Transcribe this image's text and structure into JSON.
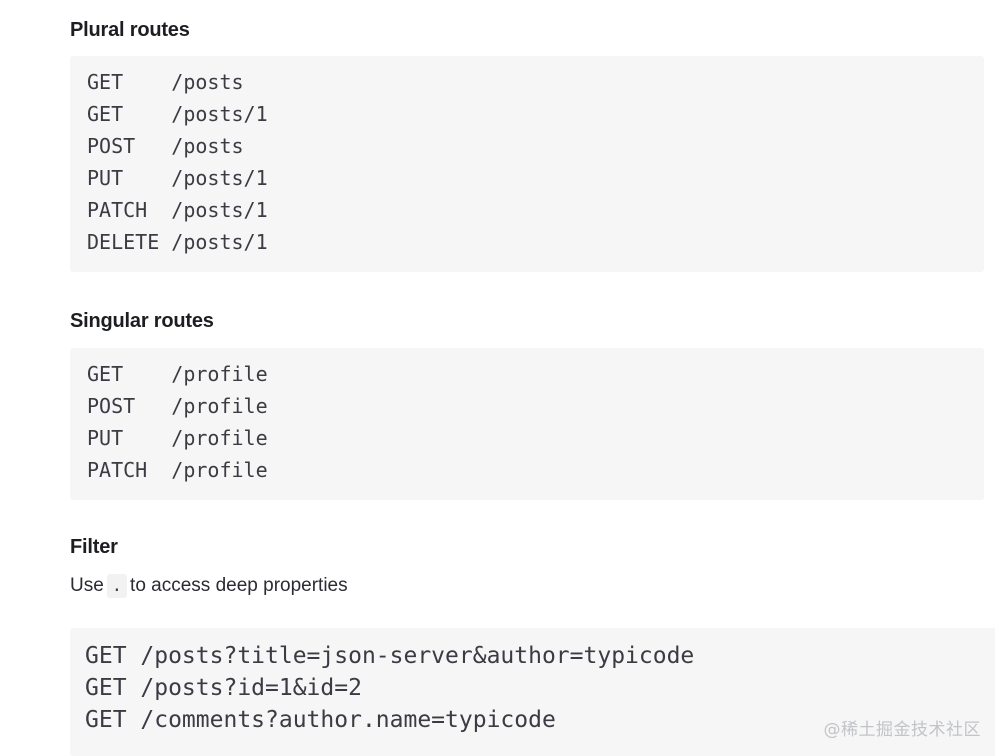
{
  "sections": [
    {
      "heading": "Plural routes",
      "code_lines": [
        "GET    /posts",
        "GET    /posts/1",
        "POST   /posts",
        "PUT    /posts/1",
        "PATCH  /posts/1",
        "DELETE /posts/1"
      ]
    },
    {
      "heading": "Singular routes",
      "code_lines": [
        "GET    /profile",
        "POST   /profile",
        "PUT    /profile",
        "PATCH  /profile"
      ]
    },
    {
      "heading": "Filter",
      "paragraph": {
        "before": "Use",
        "code": ".",
        "after": "to access deep properties"
      },
      "code_lines": [
        "GET /posts?title=json-server&author=typicode",
        "GET /posts?id=1&id=2",
        "GET /comments?author.name=typicode"
      ]
    }
  ],
  "watermark": "@稀土掘金技术社区",
  "colors": {
    "code_background": "#f6f6f6",
    "code_text": "#3b3b44",
    "heading_text": "#1c1e21",
    "watermark_text": "#c2c4c9",
    "page_background": "#ffffff"
  }
}
